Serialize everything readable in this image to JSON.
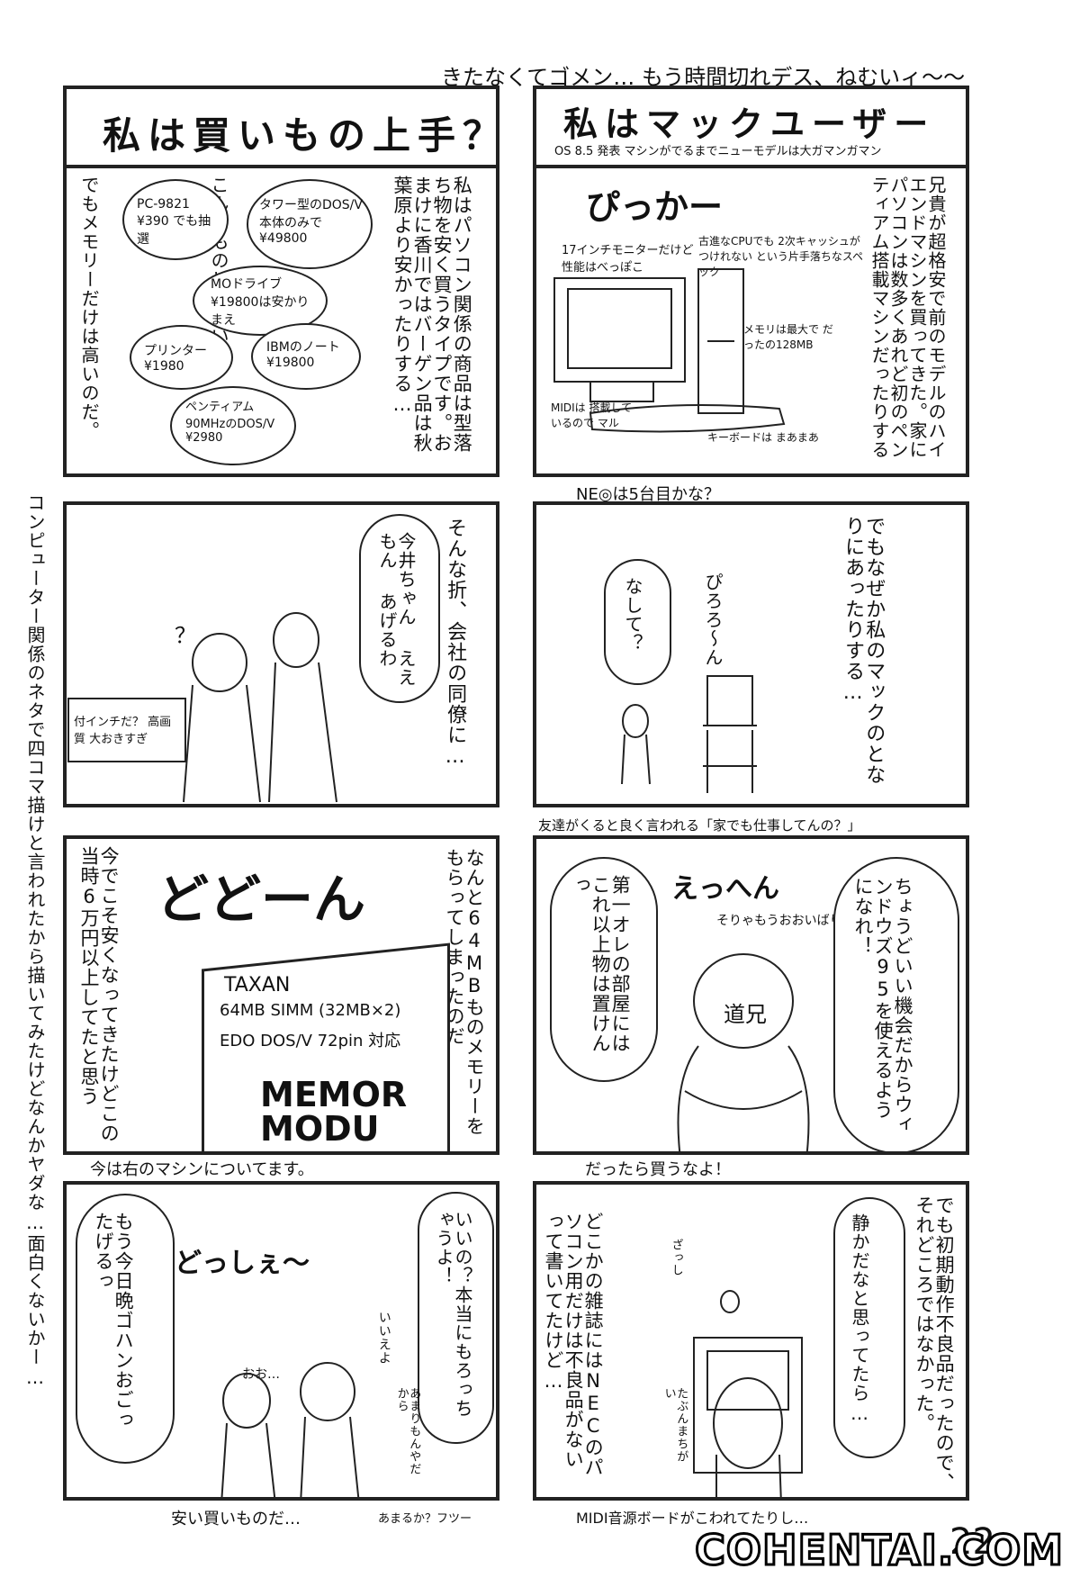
{
  "header_note": "きたなくてゴメン… もう時間切れデス、ねむいィ〜〜",
  "page_number": "22",
  "watermark": "COHENTAI.COM",
  "left_margin": "コンピューター関係のネタで四コマ描けと言われたから描いてみたけどなんかヤダな…面白くないかー…",
  "panel1": {
    "title": "私は買いもの上手？",
    "narration": "私はパソコン関係の商品は型落ち物を安く買うタイプです。おまけに香川ではバーゲン品は秋葉原より安かったりする…",
    "sub": "こんなものじゃない",
    "footer": "でもメモリーだけは高いのだ。",
    "bubbles": [
      "PC-9821 ¥390 でも抽選",
      "タワー型のDOS/V 本体のみで ¥49800",
      "MOドライブ ¥19800は安かりまえ",
      "プリンター ¥1980",
      "IBMのノート ¥19800",
      "ペンティアム90MHzのDOS/V ¥2980"
    ]
  },
  "panel2": {
    "title": "私はマックユーザー",
    "subtitle": "OS 8.5 発表 マシンがでるまでニューモデルは大ガマンガマン",
    "sfx": "ぴっかー",
    "narration": "兄貴が超格安で前のモデルのハイエンドマシンを買ってきた。家にパソコンは数多くあれど初のペンティアム搭載マシンだったりする",
    "labels": [
      "17インチモニターだけど 性能はべっぽこ",
      "古進なCPUでも 2次キャッシュがつけれない という片手落ちなスペック",
      "メモリは最大で だったの128MB",
      "MIDIは 搭載しているので マル",
      "キーボードは まあまあ"
    ],
    "caption": "NE◎は5台目かな？"
  },
  "panel3": {
    "narration": "そんな折、会社の同僚に…",
    "bubble": "今井ちゃん ええもん あげるわ",
    "q": "？",
    "box": "付インチだ？ 高画質 大おきすぎ"
  },
  "panel4": {
    "narration": "でもなぜか私のマックのとなりにあったりする…",
    "bubble": "なして？",
    "sfx": "ぴろろ〜ん",
    "caption": "友達がくると良く言われる「家でも仕事してんの？」"
  },
  "panel5": {
    "sfx": "どどーん",
    "narration": "なんと64MBものメモリーをもらってしまったのだ",
    "narration2": "今でこそ安くなってきたけどこの当時6万円以上してたと思う",
    "box_lines": [
      "TAXAN",
      "64MB SIMM (32MB×2)",
      "EDO DOS/V 72pin 対応"
    ],
    "box_big": "MEMOR MODU",
    "caption": "今は右のマシンについてます。"
  },
  "panel6": {
    "sfx": "えっへん",
    "sfx2": "そりゃもうおおいばり",
    "left_bubble": "第一オレの部屋にはこれ以上物は置けんっ",
    "right_bubble": "ちょうどいい機会だからウィンドウズ95を使えるようになれ！",
    "name": "道兄",
    "caption": "だったら買うなよ！"
  },
  "panel7": {
    "sfx": "どっしぇ〜",
    "left_bubble": "もう今日晩ゴハンおごったげるっ",
    "right_bubble": "いいの？本当にもろっちゃうよ！",
    "small1": "おお…",
    "small2": "いいえよ",
    "small3": "あまりもんやだから",
    "caption1": "安い買いものだ…",
    "caption2": "あまるか？フツー"
  },
  "panel8": {
    "narration": "でも初期動作不良品だったので、それどころではなかった。",
    "bubble": "静かだなと思ってたら…",
    "left_bubble": "どこかの雑誌にはNECのパソコン用だけは不良品がないって書いてたけど…",
    "small": "たぶんまちがい",
    "small2": "ざっし",
    "caption": "MIDI音源ボードがこわれてたりし…"
  }
}
